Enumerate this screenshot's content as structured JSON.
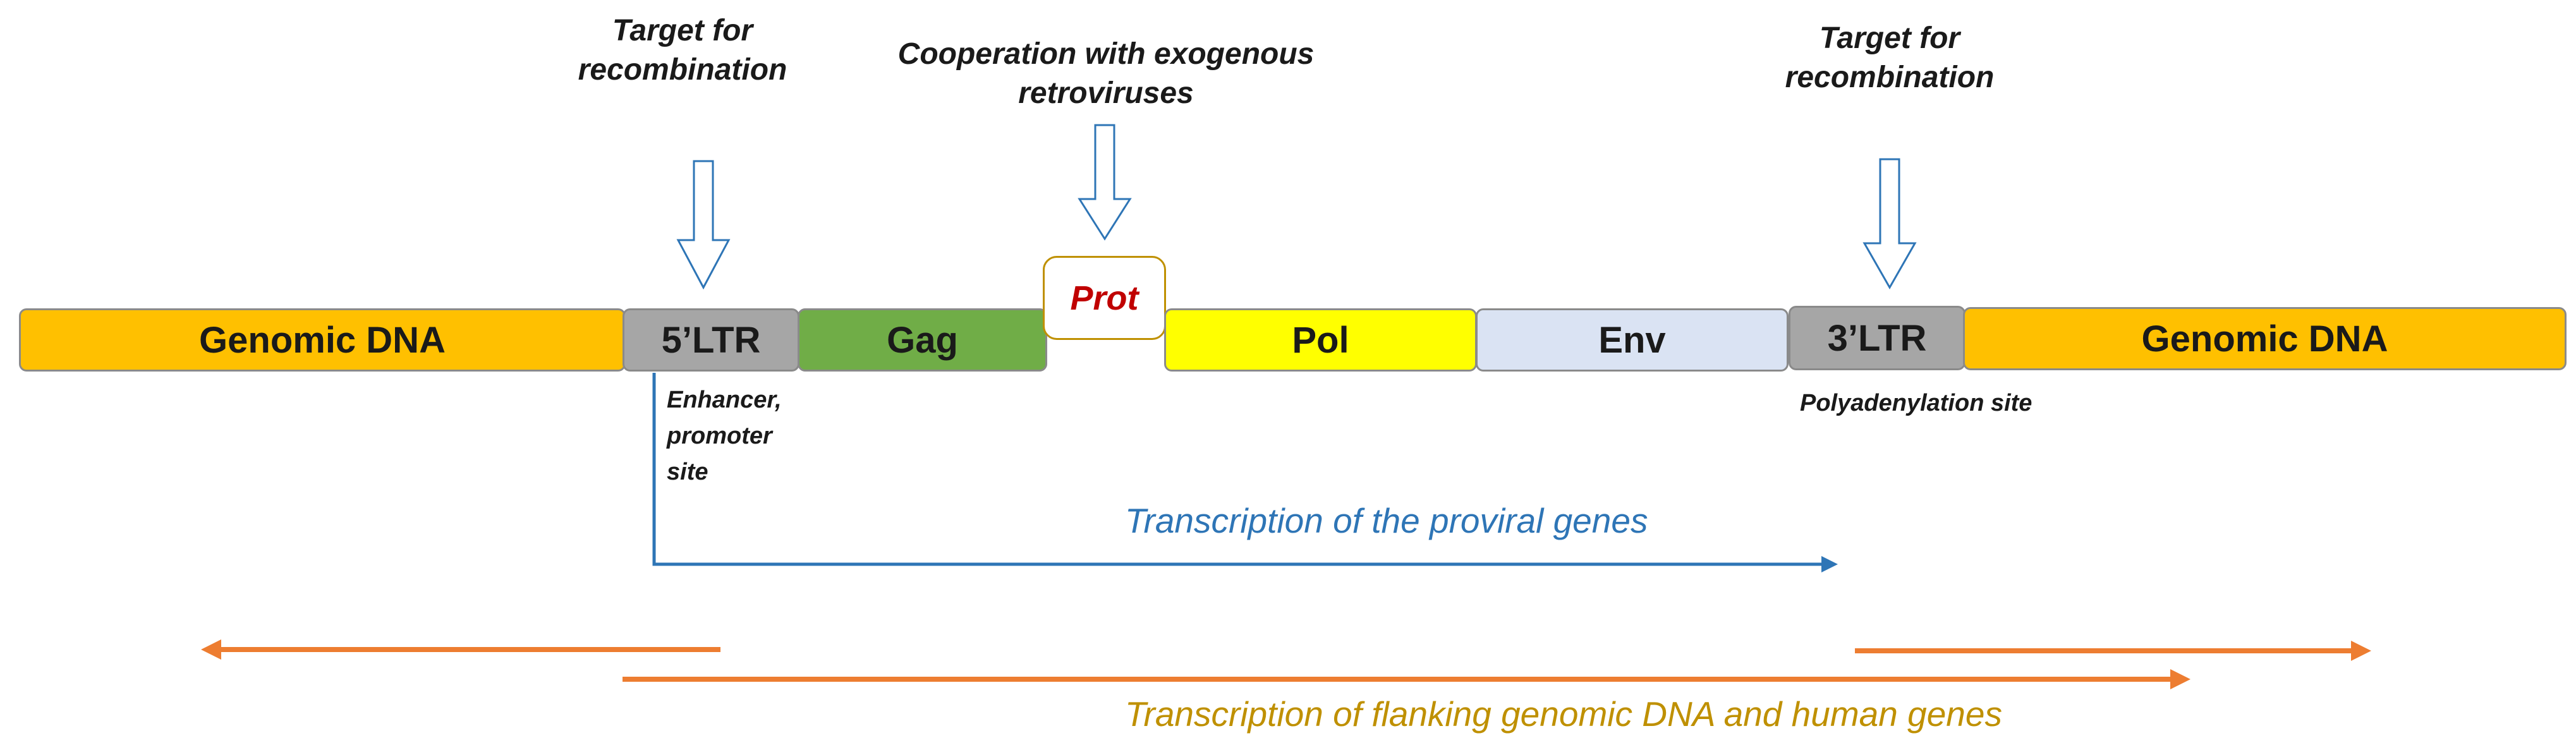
{
  "colors": {
    "genomic": "#FFC000",
    "ltr": "#A6A6A6",
    "gag": "#70AD47",
    "prot_border": "#BF9000",
    "prot_text": "#C00000",
    "pol": "#FFFF00",
    "env": "#DAE3F3",
    "transcription_blue": "#2E75B6",
    "transcription_orange": "#ED7D31",
    "flanking_text": "#BF9000"
  },
  "segments": {
    "genomic_left": "Genomic DNA",
    "ltr5": "5’LTR",
    "gag": "Gag",
    "prot": "Prot",
    "pol": "Pol",
    "env": "Env",
    "ltr3": "3’LTR",
    "genomic_right": "Genomic DNA"
  },
  "annotations": {
    "target_left": [
      "Target for",
      "recombination"
    ],
    "cooperation": [
      "Cooperation with exogenous",
      "retroviruses"
    ],
    "target_right": [
      "Target for",
      "recombination"
    ],
    "enhancer": [
      "Enhancer,",
      "promoter",
      "site"
    ],
    "polyadenylation": "Polyadenylation site"
  },
  "transcription": {
    "proviral_label": "Transcription of the proviral genes",
    "flanking_label": "Transcription of flanking genomic DNA and human genes"
  }
}
